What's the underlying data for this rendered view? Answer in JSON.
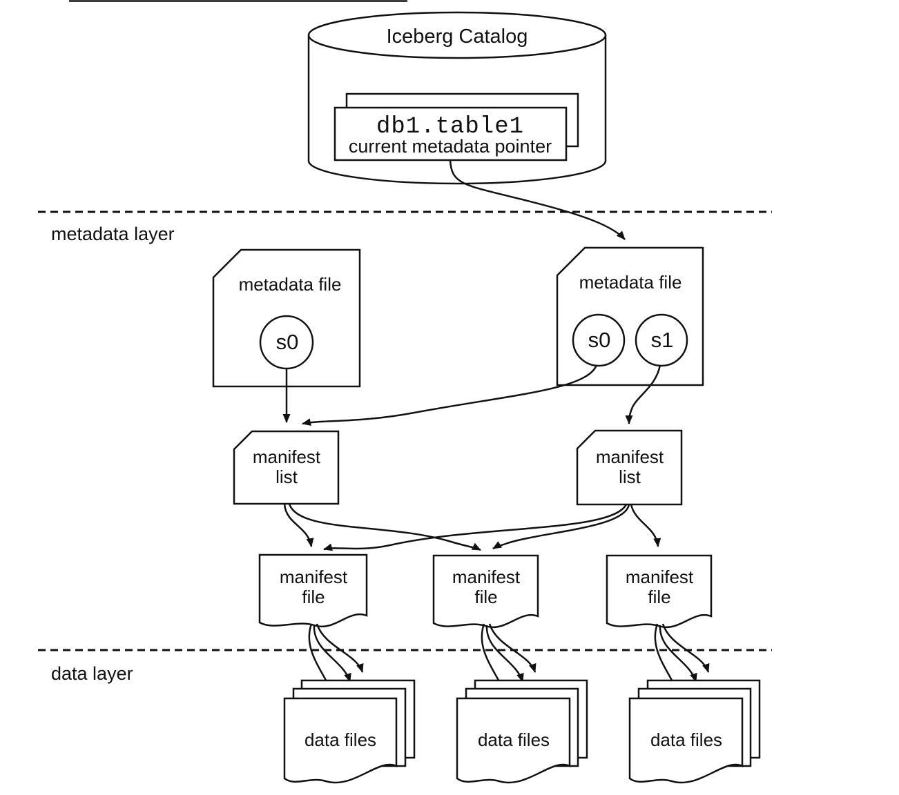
{
  "colors": {
    "stroke": "#111111",
    "background": "#ffffff"
  },
  "catalog": {
    "title": "Iceberg Catalog",
    "card_line1": "db1.table1",
    "card_line2": "current metadata pointer"
  },
  "layer_labels": {
    "metadata": "metadata layer",
    "data": "data layer"
  },
  "metadata_files": [
    {
      "label": "metadata file",
      "snapshots": [
        {
          "id": "s0"
        }
      ]
    },
    {
      "label": "metadata file",
      "snapshots": [
        {
          "id": "s0"
        },
        {
          "id": "s1"
        }
      ]
    }
  ],
  "manifest_lists": [
    {
      "line1": "manifest",
      "line2": "list"
    },
    {
      "line1": "manifest",
      "line2": "list"
    }
  ],
  "manifest_files": [
    {
      "line1": "manifest",
      "line2": "file"
    },
    {
      "line1": "manifest",
      "line2": "file"
    },
    {
      "line1": "manifest",
      "line2": "file"
    }
  ],
  "data_file_stacks": [
    {
      "label": "data files"
    },
    {
      "label": "data files"
    },
    {
      "label": "data files"
    }
  ]
}
